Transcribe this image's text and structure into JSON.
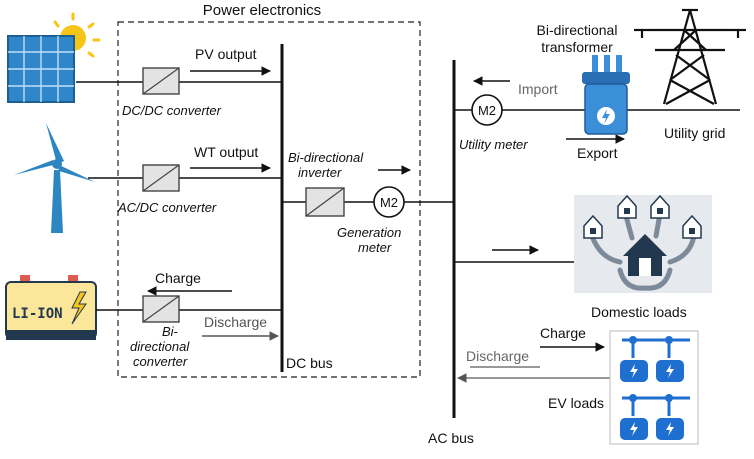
{
  "title": "Power electronics",
  "labels": {
    "pv_output": "PV output",
    "dcdc": "DC/DC converter",
    "wt_output": "WT output",
    "acdc": "AC/DC converter",
    "charge_batt": "Charge",
    "discharge_batt": "Discharge",
    "bi_conv_1": "Bi-",
    "bi_conv_2": "directional",
    "bi_conv_3": "converter",
    "dc_bus": "DC bus",
    "bi_inv_1": "Bi-directional",
    "bi_inv_2": "inverter",
    "gen_meter_1": "Generation",
    "gen_meter_2": "meter",
    "meter_label": "M2",
    "ac_bus": "AC bus",
    "import": "Import",
    "export": "Export",
    "utility_meter": "Utility meter",
    "transformer_1": "Bi-directional",
    "transformer_2": "transformer",
    "utility_grid": "Utility grid",
    "domestic_loads": "Domestic loads",
    "charge_ev": "Charge",
    "discharge_ev": "Discharge",
    "ev_loads": "EV loads",
    "battery_text": "LI-ION"
  },
  "icons": {
    "solar": "solar-panel-icon",
    "sun": "sun-icon",
    "wind": "wind-turbine-icon",
    "battery": "battery-icon",
    "tower": "transmission-tower-icon",
    "transformer": "transformer-icon",
    "homes": "houses-network-icon",
    "ev": "ev-charging-icon"
  },
  "colors": {
    "solar_blue": "#2f86c9",
    "sun_yellow": "#f5c518",
    "turbine_blue": "#2e86c1",
    "battery_yellow": "#fbe69a",
    "accent_navy": "#22384f",
    "transformer_blue": "#3b8fd9",
    "ev_blue": "#1f6fd1"
  }
}
